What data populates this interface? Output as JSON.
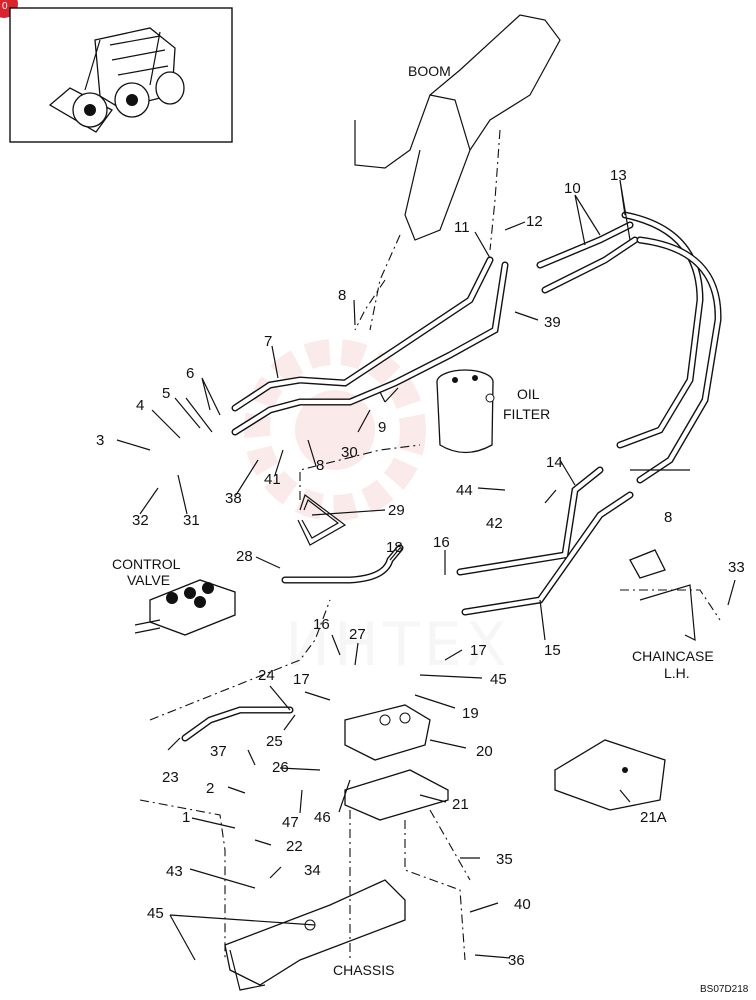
{
  "callouts": [
    {
      "text": "1"
    },
    {
      "text": "2"
    },
    {
      "text": "3"
    },
    {
      "text": "4"
    },
    {
      "text": "5"
    },
    {
      "text": "6"
    },
    {
      "text": "7"
    },
    {
      "text": "8"
    },
    {
      "text": "8"
    },
    {
      "text": "8"
    },
    {
      "text": "9"
    },
    {
      "text": "10"
    },
    {
      "text": "11"
    },
    {
      "text": "12"
    },
    {
      "text": "13"
    },
    {
      "text": "14"
    },
    {
      "text": "15"
    },
    {
      "text": "16"
    },
    {
      "text": "16"
    },
    {
      "text": "17"
    },
    {
      "text": "17"
    },
    {
      "text": "18"
    },
    {
      "text": "19"
    },
    {
      "text": "20"
    },
    {
      "text": "21"
    },
    {
      "text": "21A"
    },
    {
      "text": "22"
    },
    {
      "text": "23"
    },
    {
      "text": "24"
    },
    {
      "text": "25"
    },
    {
      "text": "26"
    },
    {
      "text": "27"
    },
    {
      "text": "28"
    },
    {
      "text": "29"
    },
    {
      "text": "30"
    },
    {
      "text": "31"
    },
    {
      "text": "32"
    },
    {
      "text": "33"
    },
    {
      "text": "34"
    },
    {
      "text": "35"
    },
    {
      "text": "36"
    },
    {
      "text": "37"
    },
    {
      "text": "38"
    },
    {
      "text": "39"
    },
    {
      "text": "40"
    },
    {
      "text": "41"
    },
    {
      "text": "42"
    },
    {
      "text": "43"
    },
    {
      "text": "44"
    },
    {
      "text": "45"
    },
    {
      "text": "45"
    },
    {
      "text": "46"
    },
    {
      "text": "47"
    }
  ],
  "labels": {
    "boom": "BOOM",
    "oil_filter_1": "OIL",
    "oil_filter_2": "FILTER",
    "control_valve_1": "CONTROL",
    "control_valve_2": "VALVE",
    "chaincase_1": "CHAINCASE",
    "chaincase_2": "L.H.",
    "chassis": "CHASSIS",
    "drawing_code": "BS07D218"
  },
  "watermark": "ИНТЕХ",
  "corner_badge": "0",
  "colors": {
    "line": "#111111",
    "watermark": "#f2c4c4",
    "badge": "#d9232d"
  }
}
